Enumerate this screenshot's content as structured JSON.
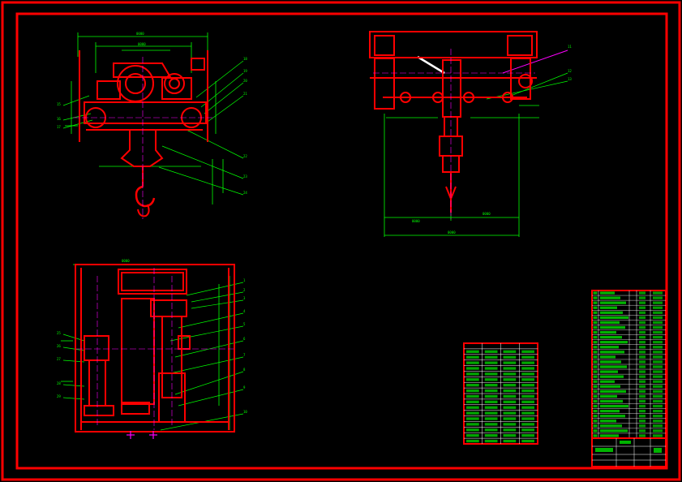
{
  "colors": {
    "background": "#000000",
    "part": "#ff0000",
    "dimension": "#00ff00",
    "centerline": "#ff00ff",
    "annotation": "#ffffff",
    "table_text": "#00ff00",
    "frame": "#ff0000"
  },
  "views": [
    {
      "name": "front-elevation-view",
      "description_icon": "hoist-front"
    },
    {
      "name": "side-elevation-view",
      "description_icon": "hoist-side"
    },
    {
      "name": "plan-view",
      "description_icon": "hoist-plan"
    }
  ],
  "parts_list": {
    "row_count": 30
  },
  "spec_table": {
    "row_count": 18,
    "column_count": 4
  }
}
